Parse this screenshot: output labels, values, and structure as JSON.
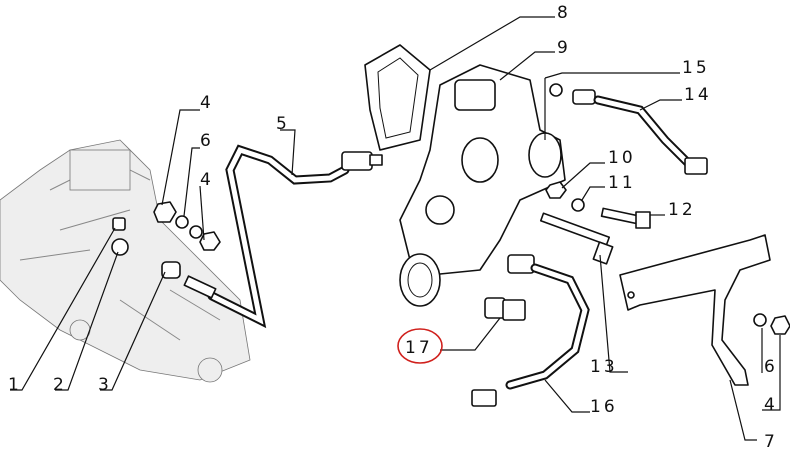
{
  "diagram": {
    "title": "Thermostat housing and temperature sensor parts diagram",
    "highlight_color": "#d0201c",
    "callouts": [
      {
        "id": "c8",
        "label": "8"
      },
      {
        "id": "c9",
        "label": "9"
      },
      {
        "id": "c15",
        "label": "15"
      },
      {
        "id": "c14",
        "label": "14"
      },
      {
        "id": "c4a",
        "label": "4"
      },
      {
        "id": "c5",
        "label": "5"
      },
      {
        "id": "c6a",
        "label": "6"
      },
      {
        "id": "c4b",
        "label": "4"
      },
      {
        "id": "c10",
        "label": "10"
      },
      {
        "id": "c11",
        "label": "11"
      },
      {
        "id": "c12",
        "label": "12"
      },
      {
        "id": "c13",
        "label": "13"
      },
      {
        "id": "c17",
        "label": "17"
      },
      {
        "id": "c16",
        "label": "16"
      },
      {
        "id": "c7",
        "label": "7"
      },
      {
        "id": "c6b",
        "label": "6"
      },
      {
        "id": "c4c",
        "label": "4"
      },
      {
        "id": "c1",
        "label": "1"
      },
      {
        "id": "c2",
        "label": "2"
      },
      {
        "id": "c3",
        "label": "3"
      }
    ]
  }
}
